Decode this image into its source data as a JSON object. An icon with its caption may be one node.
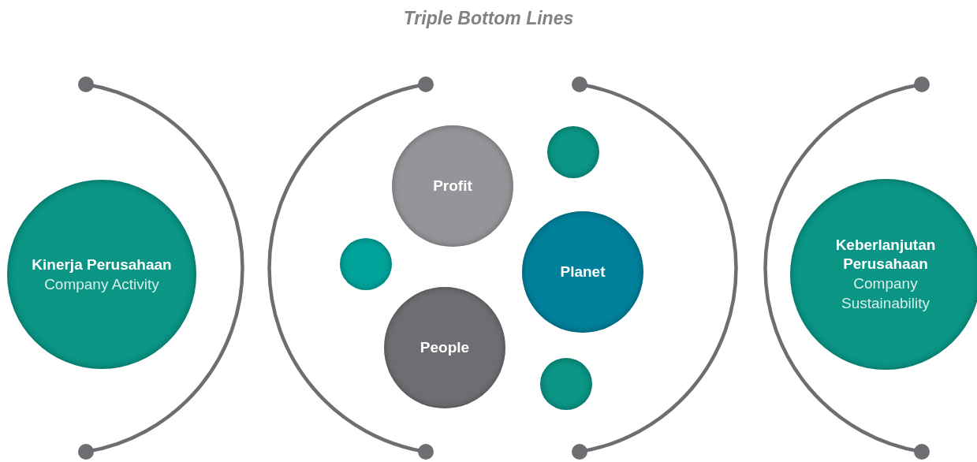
{
  "diagram": {
    "title": "Triple Bottom Lines",
    "nodes": [
      {
        "text": [
          "Kinerja Perusahaan",
          "Company Activity"
        ]
      },
      {
        "text": [
          "Profit"
        ]
      },
      {
        "text": [],
        "shape": "circle"
      },
      {
        "text": [
          "People"
        ]
      },
      {
        "text": [],
        "shape": "circle"
      },
      {
        "text": [
          "Planet"
        ]
      },
      {
        "text": [],
        "shape": "circle"
      },
      {
        "text": [
          "Keberlanjutan Perusahaan",
          "Company Sustainability"
        ]
      }
    ]
  }
}
